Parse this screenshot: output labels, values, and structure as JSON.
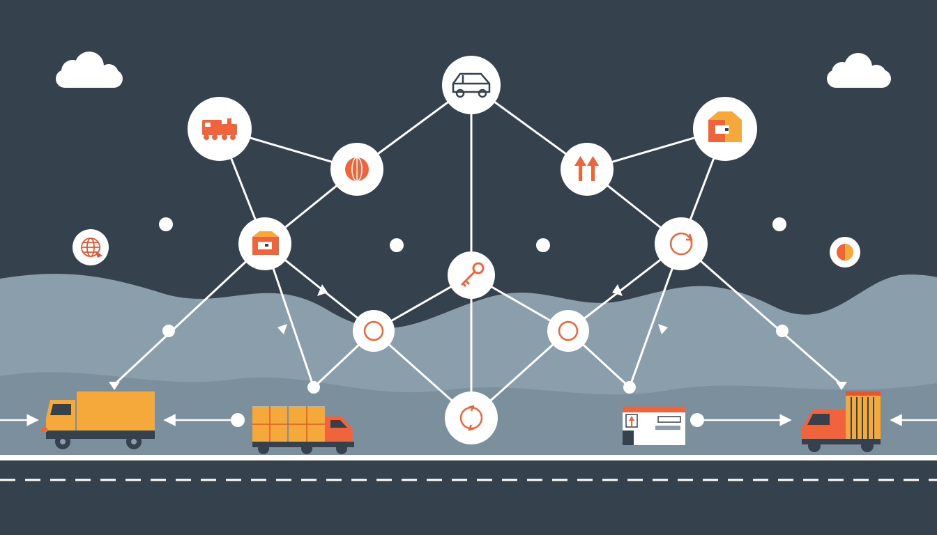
{
  "colors": {
    "sky": "#35414c",
    "hill_far": "#8a9eab",
    "hill_near": "#7c8f9c",
    "road": "#35414c",
    "line": "#ffffff",
    "node_fill": "#ffffff",
    "accent": "#f0643c",
    "accent_dark": "#e4552d",
    "truck_cargo": "#f5a93b"
  },
  "nodes": [
    {
      "id": "car",
      "icon": "car-icon"
    },
    {
      "id": "train",
      "icon": "train-icon"
    },
    {
      "id": "globe",
      "icon": "globe-icon"
    },
    {
      "id": "arrows",
      "icon": "up-arrows-icon"
    },
    {
      "id": "box-right",
      "icon": "package-box-icon"
    },
    {
      "id": "box-left",
      "icon": "package-box-icon"
    },
    {
      "id": "key",
      "icon": "key-icon"
    },
    {
      "id": "cycle-right",
      "icon": "refresh-cycle-icon"
    },
    {
      "id": "ring-left",
      "icon": "ring-icon"
    },
    {
      "id": "ring-right",
      "icon": "ring-icon"
    },
    {
      "id": "hub",
      "icon": "refresh-cycle-icon"
    },
    {
      "id": "world",
      "icon": "world-icon"
    },
    {
      "id": "half",
      "icon": "half-circle-icon"
    }
  ],
  "vehicles": [
    {
      "id": "truck-left",
      "icon": "delivery-truck-icon"
    },
    {
      "id": "truck-middle",
      "icon": "cargo-truck-icon"
    },
    {
      "id": "warehouse",
      "icon": "warehouse-icon"
    },
    {
      "id": "truck-right",
      "icon": "container-truck-icon"
    }
  ],
  "clouds": [
    {
      "id": "cloud-left",
      "icon": "cloud-icon"
    },
    {
      "id": "cloud-right",
      "icon": "cloud-icon"
    }
  ]
}
